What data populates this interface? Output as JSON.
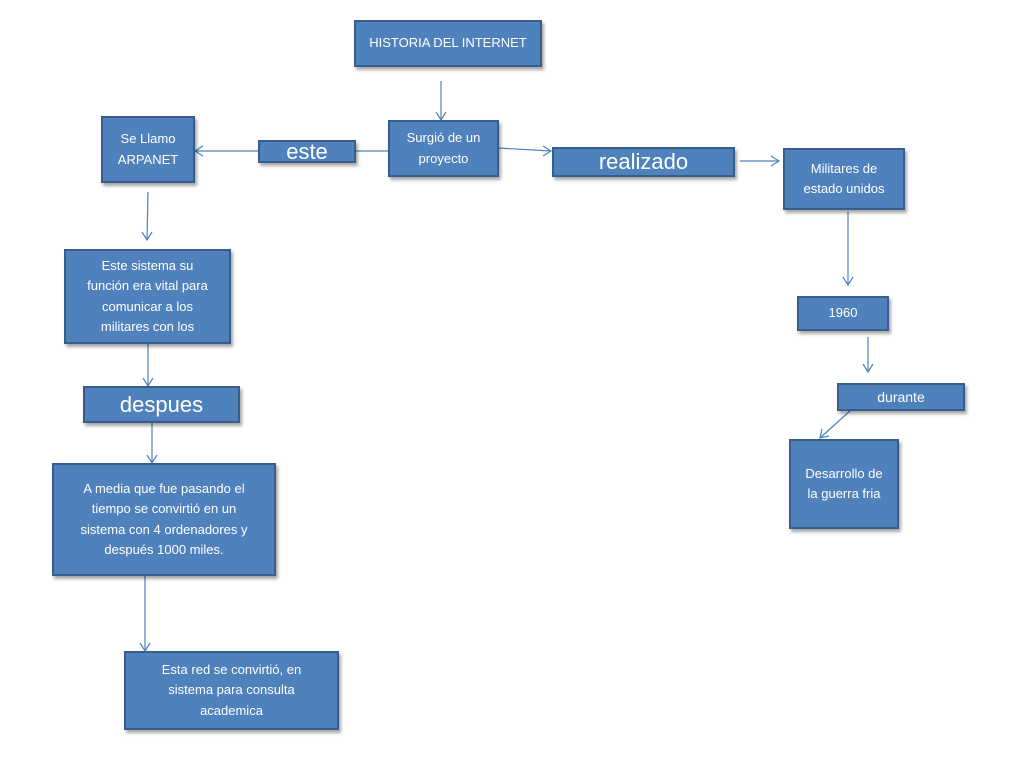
{
  "nodes": {
    "historia": "HISTORIA DEL INTERNET",
    "surgio": "Surgió de un\nproyecto",
    "se_llamo": "Se Llamo\nARPANET",
    "este_sistema": "Este  sistema su\nfunción era vital para\ncomunicar a  los\nmilitares con los",
    "a_media": "A  media  que fue pasando el\ntiempo se convirtió en un\nsistema con 4 ordenadores y\ndespués 1000 miles.",
    "esta_red": "Esta red se convirtió, en\nsistema  para consulta\nacademica",
    "militares": "Militares de\nestado unidos",
    "anio": "1960",
    "desarrollo": "Desarrollo de\nla guerra  fria"
  },
  "labels": {
    "este": "este",
    "realizado": "realizado",
    "despues": "despues",
    "durante": "durante"
  },
  "colors": {
    "box_fill": "#4f81bd",
    "box_border": "#385d8a",
    "text": "#ffffff",
    "connector": "#4f81bd"
  }
}
